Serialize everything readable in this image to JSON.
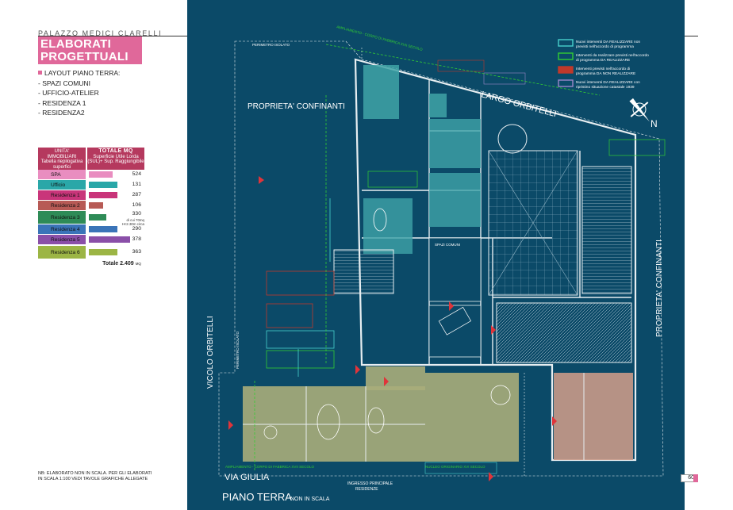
{
  "header": {
    "subtitle": "PALAZZO MEDICI CLARELLI",
    "title_line1": "ELABORATI",
    "title_line2": "PROGETTUALI"
  },
  "layout_list": {
    "heading": "LAYOUT PIANO TERRA:",
    "items": [
      "- SPAZI COMUNI",
      "- UFFICIO-ATELIER",
      "- RESIDENZA 1",
      "- RESIDENZA2"
    ]
  },
  "table": {
    "col1_header_main": "UNITA'",
    "col1_header_sub": "IMMOBILIARI",
    "col1_header_note": "Tabella riepilogativa superfici",
    "col2_header_main": "TOTALE MQ",
    "col2_header_sub": "Superficie Utile Lorda (SUL)+ Sup. Raggiungibile",
    "rows": [
      {
        "label": "SPA",
        "value": "524",
        "color": "#e98dc0",
        "note": ""
      },
      {
        "label": "Ufficio",
        "value": "131",
        "color": "#2aa7a8",
        "note": ""
      },
      {
        "label": "Residenza 1",
        "value": "287",
        "color": "#c9357a",
        "note": ""
      },
      {
        "label": "Residenza 2",
        "value": "106",
        "color": "#b75a55",
        "note": ""
      },
      {
        "label": "Residenza 3",
        "value": "330",
        "color": "#2e8b57",
        "note": "di cui 70mq H<2.30m circa"
      },
      {
        "label": "Residenza 4",
        "value": "290",
        "color": "#3a74b8",
        "note": ""
      },
      {
        "label": "Residenza 5",
        "value": "378",
        "color": "#8a4fa8",
        "note": ""
      },
      {
        "label": "Residenza 6",
        "value": "363",
        "color": "#9cb545",
        "note": ""
      }
    ],
    "total_label": "Totale 2.409",
    "total_unit": "MQ"
  },
  "footnote": {
    "line1": "NB: ELABORATO NON IN SCALA. PER GLI ELABORATI",
    "line2": "IN SCALA 1:100 VEDI TAVOLE GRAFICHE ALLEGATE"
  },
  "legend": [
    {
      "color": "#48d1cc",
      "line1": "Nuovi interventi DA REALIZZARE non",
      "line2": "previsti nell'accordo di programma"
    },
    {
      "color": "#32cd32",
      "line1": "Interventi da realizzare previsti nell'accordo",
      "line2": "di programma DA REALIZZARE"
    },
    {
      "color": "#c0392b",
      "line1": "Interventi previsti nell'accordo di",
      "line2": "programma DA NON REALIZZARE"
    },
    {
      "color": "#9b87c9",
      "line1": "Nuovi interventi DA REALIZZARE con",
      "line2": "ripristino situazione catastale 1939"
    }
  ],
  "plan_labels": {
    "largo": "LARGO ORBITELLI",
    "proprieta_top": "PROPRIETA' CONFINANTI",
    "proprieta_right": "PROPRIETA' CONFINANTI",
    "vicolo": "VICOLO ORBITELLI",
    "via_giulia": "VIA GIULIA",
    "piano_terra": "PIANO TERRA",
    "non_in_scala": "NON IN SCALA",
    "ingresso_line1": "INGRESSO PRINCIPALE",
    "ingresso_line2": "RESIDENZE",
    "perimetro_top": "PERIMETRO ISOLATO",
    "perimetro_left": "PERIMETRO ISOLATO",
    "ampliamento_top": "AMPLIAMENTO - CORPO DI FABBRICA XVII SECOLO",
    "ampliamento_bottom": "AMPLIAMENTO - CORPO DI FABBRICA XVII SECOLO",
    "nucleo_bottom": "NUCLEO ORIGINARIO XVI SECOLO",
    "spazi_comuni": "SPAZI COMUNI",
    "north": "N"
  },
  "page_number": "60"
}
